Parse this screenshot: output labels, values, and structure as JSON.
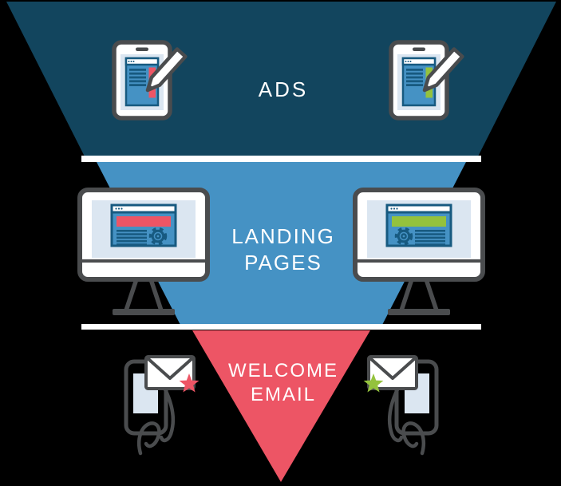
{
  "colors": {
    "background": "#000000",
    "navy": "#12455e",
    "blue": "#4592c4",
    "red": "#ed5565",
    "green": "#94c23d",
    "charcoal": "#4a4c4e",
    "light_blue": "#dbe6f1",
    "deep_blue": "#175a80",
    "white": "#ffffff",
    "separator": "#ffffff"
  },
  "funnel": {
    "stages": [
      {
        "id": "ads",
        "label": "ADS",
        "color": "#12455e"
      },
      {
        "id": "landing-pages",
        "label_line1": "LANDING",
        "label_line2": "PAGES",
        "color": "#4592c4"
      },
      {
        "id": "welcome-email",
        "label_line1": "WELCOME",
        "label_line2": "EMAIL",
        "color": "#ed5565"
      }
    ]
  },
  "icons": {
    "tablet_left": "tablet-ad-pencil-red",
    "tablet_right": "tablet-ad-pencil-green",
    "monitor_left": "desktop-landing-page-red",
    "monitor_right": "desktop-landing-page-green",
    "phone_left": "hand-holding-phone-email-red-star",
    "phone_right": "hand-holding-phone-email-green-star"
  }
}
